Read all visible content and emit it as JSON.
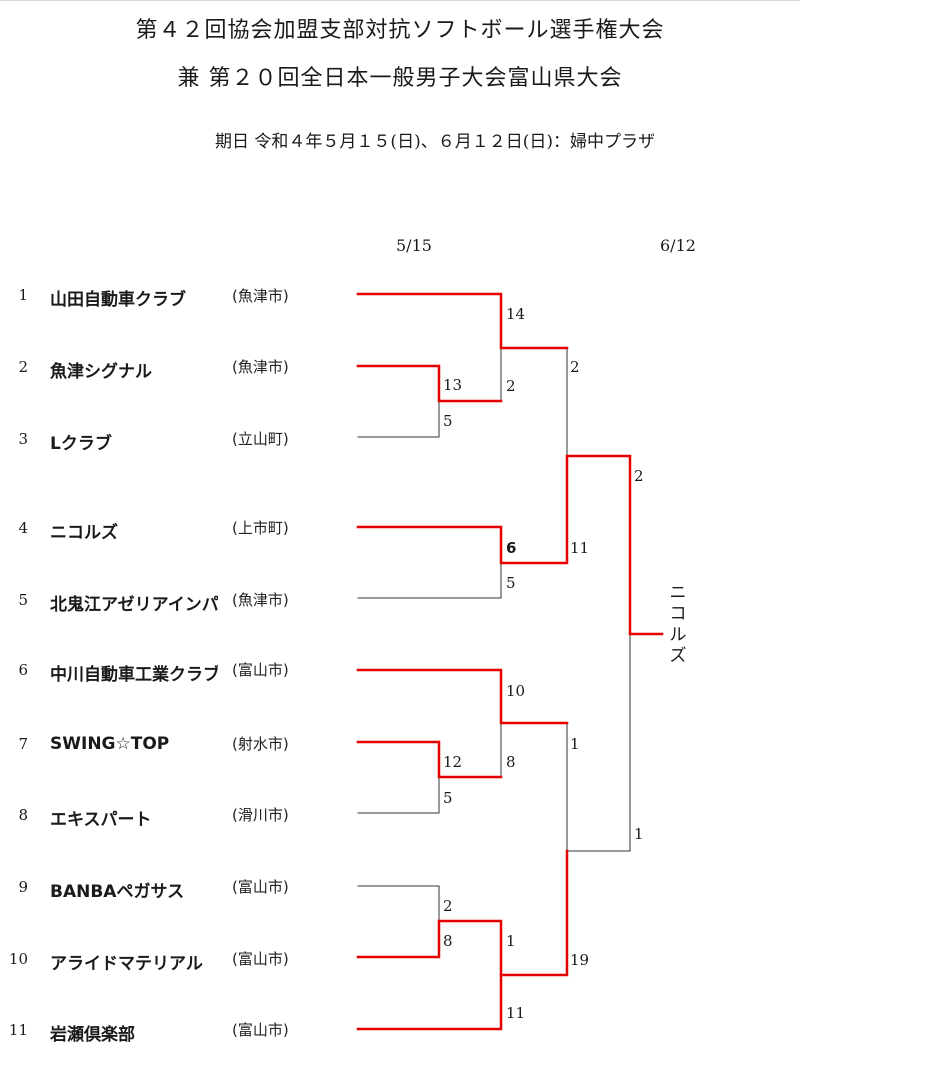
{
  "title_line1": "第４２回協会加盟支部対抗ソフトボール選手権大会",
  "title_line2": "兼 第２０回全日本一般男子大会富山県大会",
  "date_line": "期日 令和４年５月１５(日)、６月１２日(日)：婦中プラザ",
  "rounds": {
    "round1_date": "5/15",
    "round2_date": "6/12"
  },
  "teams": [
    {
      "no": "1",
      "name": "山田自動車クラブ",
      "city": "(魚津市)"
    },
    {
      "no": "2",
      "name": "魚津シグナル",
      "city": "(魚津市)"
    },
    {
      "no": "3",
      "name": "Lクラブ",
      "city": "(立山町)"
    },
    {
      "no": "4",
      "name": "ニコルズ",
      "city": "(上市町)"
    },
    {
      "no": "5",
      "name": "北鬼江アゼリアインパ",
      "city": "(魚津市)"
    },
    {
      "no": "6",
      "name": "中川自動車工業クラブ",
      "city": "(富山市)"
    },
    {
      "no": "7",
      "name": "SWING☆TOP",
      "city": "(射水市)"
    },
    {
      "no": "8",
      "name": "エキスパート",
      "city": "(滑川市)"
    },
    {
      "no": "9",
      "name": "BANBAペガサス",
      "city": "(富山市)"
    },
    {
      "no": "10",
      "name": "アライドマテリアル",
      "city": "(富山市)"
    },
    {
      "no": "11",
      "name": "岩瀬倶楽部",
      "city": "(富山市)"
    }
  ],
  "scores": {
    "g_2v3_2": "13",
    "g_2v3_3": "5",
    "g_1vs_1": "14",
    "g_1vs_w": "2",
    "g_4v5_4": "6",
    "g_4v5_5": "5",
    "g_7v8_7": "12",
    "g_7v8_8": "5",
    "g_6vs_6": "10",
    "g_6vs_w": "8",
    "g_9v10_9": "2",
    "g_9v10_10": "8",
    "g_10v11_10": "1",
    "g_10v11_11": "11",
    "qf_top_upper": "2",
    "qf_top_lower": "11",
    "qf_bot_upper": "1",
    "qf_bot_lower": "19",
    "final_upper": "2",
    "final_lower": "1"
  },
  "champion": "ニコルズ",
  "colors": {
    "winner_line": "#e60000",
    "loser_line": "#333333"
  }
}
